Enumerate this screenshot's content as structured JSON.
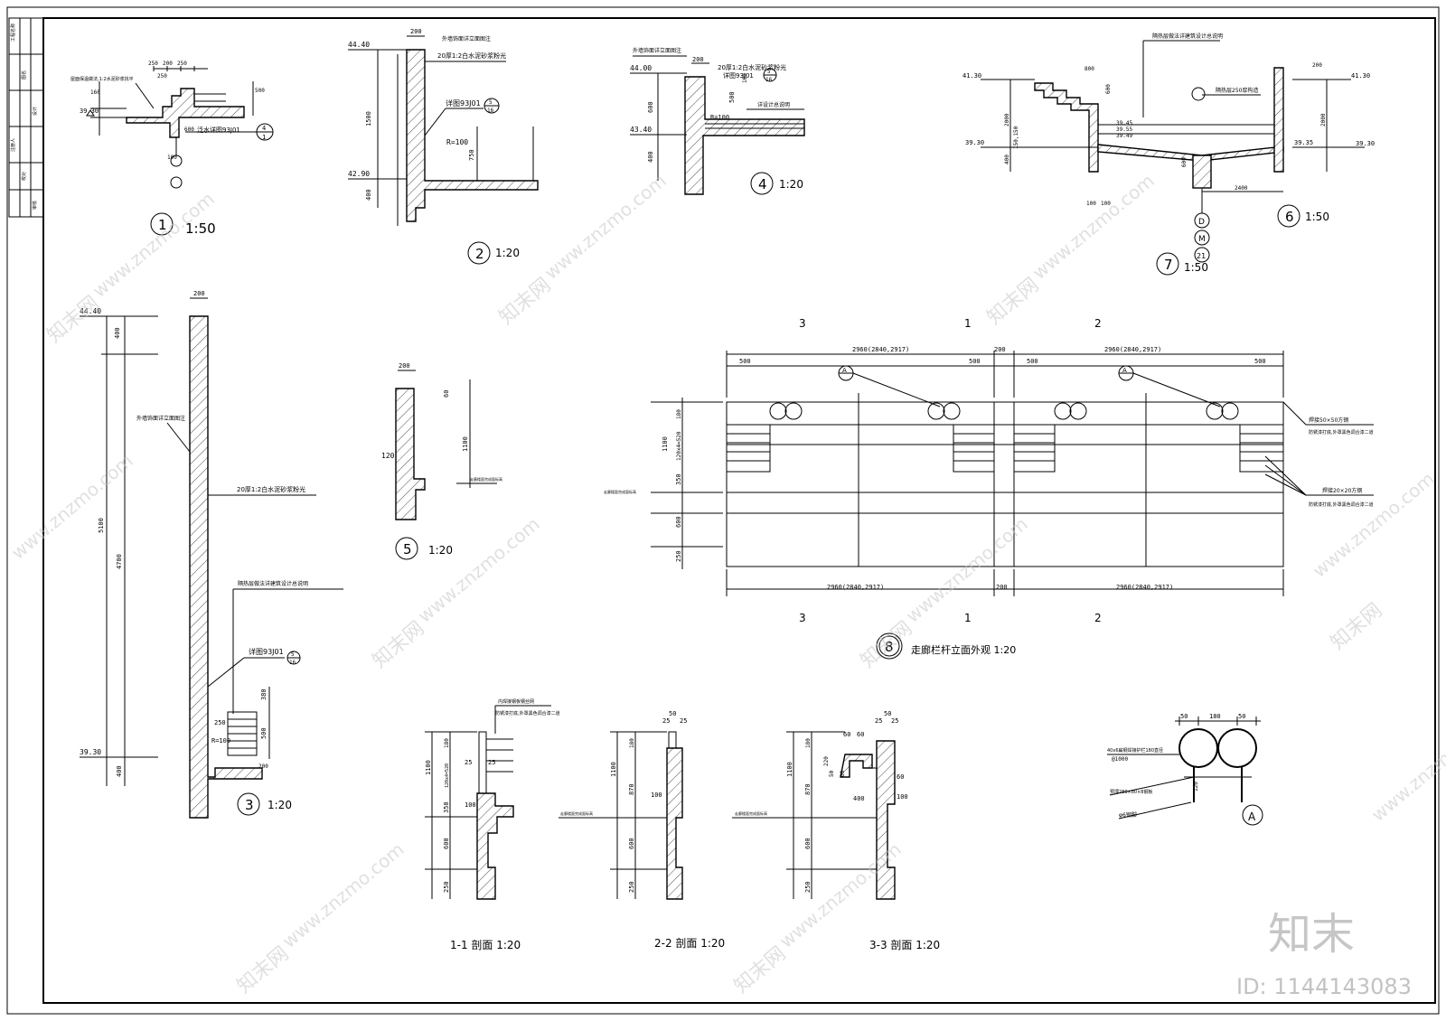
{
  "title_block": {
    "cells": [
      "工程名称",
      "图名",
      "设计",
      "校对",
      "审核",
      "审定",
      "日期",
      "图号",
      "专业负责",
      "项目负责",
      "注册人"
    ]
  },
  "details": {
    "d1": {
      "num": "1",
      "scale": "1:50",
      "note1": "屋面保温做法,1:2水泥砂浆找平",
      "note2": "泛水详图93J01",
      "ref_top": "4",
      "ref_bot": "1",
      "dims": [
        "250",
        "250",
        "200",
        "250",
        "250",
        "160",
        "500",
        "100",
        "600"
      ],
      "elev": [
        "39.30"
      ]
    },
    "d2": {
      "num": "2",
      "scale": "1:20",
      "note1": "外墙饰面详立面图注",
      "note2": "20厚1:2白水泥砂浆粉光",
      "note3": "详图93J01",
      "ref_top": "5",
      "ref_bot": "16",
      "r": "R=100",
      "dims": [
        "200",
        "1500",
        "750",
        "400"
      ],
      "elev": [
        "44.40",
        "42.90"
      ]
    },
    "d3": {
      "num": "3",
      "scale": "1:20",
      "note1": "外墙饰面详立面图注",
      "note2": "20厚1:2白水泥砂浆粉光",
      "note3": "隔热层做法详建筑设计总说明",
      "note4": "详图93J01",
      "ref_top": "5",
      "ref_bot": "16",
      "r": "R=100",
      "dims": [
        "200",
        "400",
        "5100",
        "4700",
        "380",
        "500",
        "200",
        "400",
        "250"
      ],
      "elev": [
        "44.40",
        "39.30"
      ]
    },
    "d4": {
      "num": "4",
      "scale": "1:20",
      "note1": "外墙饰面详立面图注",
      "note2": "20厚1:2白水泥砂浆粉光",
      "note3": "详图93J01",
      "note4": "详设计总说明",
      "ref_top": "5",
      "ref_bot": "16",
      "r": "R=100",
      "dims": [
        "200",
        "600",
        "400",
        "500",
        "100"
      ],
      "elev": [
        "44.00",
        "43.40"
      ]
    },
    "d5": {
      "num": "5",
      "scale": "1:20",
      "dims": [
        "200",
        "60",
        "1100",
        "120"
      ],
      "note": "走廊楼面完成面标高"
    },
    "d6": {
      "num": "6",
      "scale": "1:50"
    },
    "d7": {
      "num": "7",
      "scale": "1:50",
      "note1": "隔热层做法详建筑设计总说明",
      "note2": "隔热层250厚构造",
      "elev": [
        "41.30",
        "39.30",
        "39.45",
        "39.55",
        "39.49",
        "39.35",
        "41.30",
        "39.30"
      ],
      "dims": [
        "800",
        "600",
        "2000",
        "150,150",
        "400",
        "200",
        "2400",
        "100",
        "100",
        "600",
        "2000"
      ],
      "refs": [
        "D",
        "M",
        "21"
      ]
    },
    "d8": {
      "num": "8",
      "scale_label": "走廊栏杆立面外观 1:20",
      "top_dims": [
        "500",
        "2960(2840,2917)",
        "500",
        "200",
        "500",
        "2960(2840,2917)",
        "500"
      ],
      "bottom_dims": [
        "2960(2840,2917)",
        "200",
        "2960(2840,2917)"
      ],
      "side_dims": [
        "180",
        "50",
        "120x4=520",
        "1100",
        "350",
        "600",
        "250"
      ],
      "cuts": [
        "3",
        "1",
        "2"
      ],
      "note1": "焊接50×50方钢",
      "note2": "防锈漆打底,外罩黑色调合漆二道",
      "note3": "焊接20×20方钢",
      "note4": "防锈漆打底,外罩黑色调合漆二道",
      "detail_ref": "A",
      "floor": "走廊楼面完成面标高"
    },
    "s11": {
      "label": "1-1  剖面   1:20",
      "note1": "内焊接钢板钢丝网",
      "note2": "防锈漆打底,外罩黑色调合漆二道",
      "dims": [
        "180",
        "50",
        "120x4=520",
        "1100",
        "350",
        "600",
        "250",
        "25",
        "25",
        "100"
      ]
    },
    "s22": {
      "label": "2-2  剖面   1:20",
      "dims": [
        "25",
        "50",
        "25",
        "180",
        "50",
        "1100",
        "870",
        "600",
        "250",
        "100"
      ]
    },
    "s33": {
      "label": "3-3  剖面   1:20",
      "dims": [
        "50",
        "25",
        "25",
        "60",
        "60",
        "180",
        "20",
        "220",
        "20",
        "20",
        "870",
        "1100",
        "600",
        "250",
        "50",
        "60",
        "400",
        "60",
        "100"
      ]
    },
    "dA": {
      "label": "A",
      "note1": "40x6扁钢焊接护栏180直径",
      "note2": "@1000",
      "note3": "预埋280×80×8钢板",
      "note4": "φ6钢脚",
      "dims": [
        "50",
        "180",
        "50",
        "120"
      ]
    }
  },
  "watermark": {
    "brand": "知末",
    "id_label": "ID: 1144143083",
    "site": "www.znzmo.com",
    "site_cn": "知末网"
  }
}
